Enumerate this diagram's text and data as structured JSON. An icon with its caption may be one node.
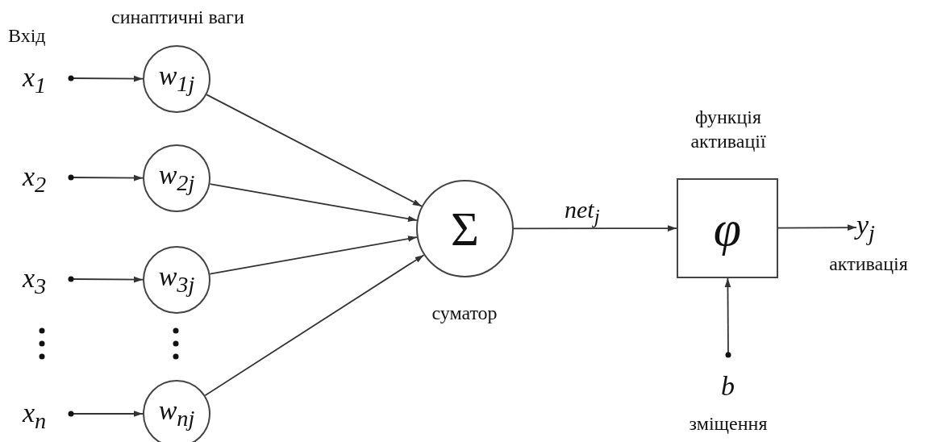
{
  "diagram": {
    "nodes": [
      {
        "text": [
          "x$_{1}$"
        ]
      },
      {
        "text": [
          "x$_{2}$"
        ]
      },
      {
        "text": [
          "x$_{3}$"
        ]
      },
      {
        "text": [
          "x$_{n}$"
        ]
      },
      {
        "text": [
          "w$_{1j}$"
        ]
      },
      {
        "text": [
          "w$_{2j}$"
        ]
      },
      {
        "text": [
          "w$_{3j}$"
        ]
      },
      {
        "text": [
          "w$_{nj}$"
        ]
      },
      {
        "text": [
          "Σ"
        ],
        "beside": [
          "суматор"
        ]
      },
      {
        "text": [
          "φ"
        ],
        "beside": [
          "функція активації"
        ]
      },
      {
        "text": [
          "y$_{j}$"
        ],
        "beside": [
          "активація"
        ]
      },
      {
        "text": [
          "b"
        ],
        "beside": [
          "зміщення"
        ]
      }
    ],
    "edges": [
      {
        "from": 0,
        "to": 4,
        "arrow": "to"
      },
      {
        "from": 1,
        "to": 5,
        "arrow": "to"
      },
      {
        "from": 2,
        "to": 6,
        "arrow": "to"
      },
      {
        "from": 3,
        "to": 7,
        "arrow": "to"
      },
      {
        "from": 4,
        "to": 8,
        "arrow": "to"
      },
      {
        "from": 5,
        "to": 8,
        "arrow": "to"
      },
      {
        "from": 6,
        "to": 8,
        "arrow": "to"
      },
      {
        "from": 7,
        "to": 8,
        "arrow": "to"
      },
      {
        "from": 8,
        "to": 9,
        "arrow": "to",
        "label": "net$_{j}$"
      },
      {
        "from": 9,
        "to": 10,
        "arrow": "to"
      },
      {
        "from": 11,
        "to": 9,
        "arrow": "to"
      }
    ],
    "labels": [
      "Вхід",
      "синаптичні ваги"
    ]
  }
}
